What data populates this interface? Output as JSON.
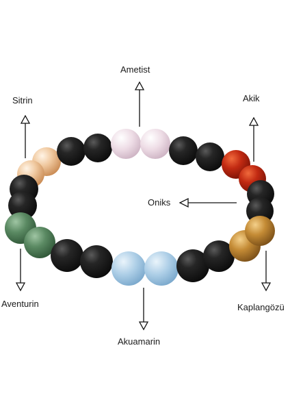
{
  "labels": {
    "ametist": "Ametist",
    "sitrin": "Sitrin",
    "akik": "Akik",
    "oniks": "Oniks",
    "aventurin": "Aventurin",
    "akuamarin": "Akuamarin",
    "kaplangozu": "Kaplangözü"
  },
  "colors": {
    "background": "#ffffff",
    "onyx": "#1b1b1b",
    "amethyst": "#ead8e2",
    "agate": "#b8230f",
    "aventurine": "#4f7f59",
    "aquamarine": "#a9cbe4",
    "tigers_eye": "#c48b35",
    "citrine": "#efc9a4"
  }
}
